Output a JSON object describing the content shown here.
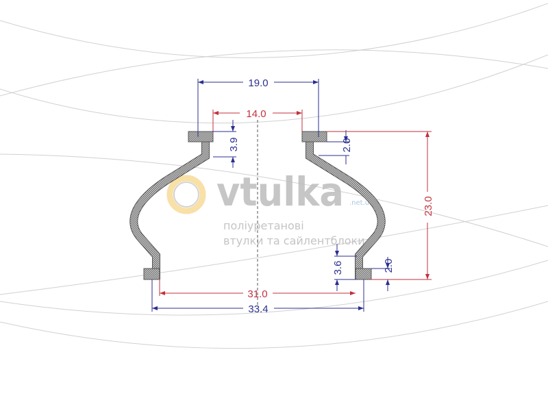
{
  "drawing": {
    "dimensions": {
      "top_outer_width": "19.0",
      "top_inner_width": "14.0",
      "neck_height": "3.9",
      "top_flange_thickness": "2.0",
      "overall_height": "23.0",
      "bottom_wall_height": "3.6",
      "bottom_flange_thickness": "2.0",
      "bottom_inner_width": "31.0",
      "bottom_outer_width": "33.4"
    },
    "colors": {
      "dimension_blue": "#2b2f8f",
      "dimension_red": "#c1323c",
      "part_hatch": "#8a8a8a"
    }
  },
  "watermark": {
    "logo": "vtulka",
    "domain": ".net.ua",
    "line1": "поліуретанові",
    "line2": "втулки та сайлентблоки"
  }
}
